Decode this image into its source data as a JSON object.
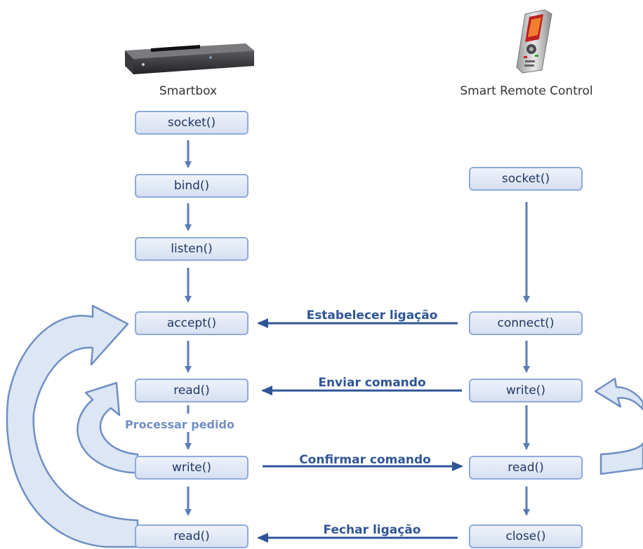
{
  "devices": {
    "left": {
      "caption": "Smartbox",
      "icon": "set-top-box-icon"
    },
    "right": {
      "caption": "Smart Remote Control",
      "icon": "mobile-phone-icon"
    }
  },
  "left_steps": [
    "socket()",
    "bind()",
    "listen()",
    "accept()",
    "read()",
    "write()",
    "read()"
  ],
  "right_steps": [
    "socket()",
    "connect()",
    "write()",
    "read()",
    "close()"
  ],
  "messages": [
    {
      "label": "Estabelecer ligação",
      "direction": "right-to-left"
    },
    {
      "label": "Enviar comando",
      "direction": "right-to-left"
    },
    {
      "label": "Confirmar comando",
      "direction": "left-to-right"
    },
    {
      "label": "Fechar ligação",
      "direction": "right-to-left"
    }
  ],
  "notes": {
    "processing": "Processar pedido"
  },
  "colors": {
    "box_border": "#8eaadb",
    "arrow": "#5b7db5",
    "message_arrow": "#2f5597",
    "loop_fill": "#dce6f4",
    "loop_stroke": "#6f8fc4"
  }
}
